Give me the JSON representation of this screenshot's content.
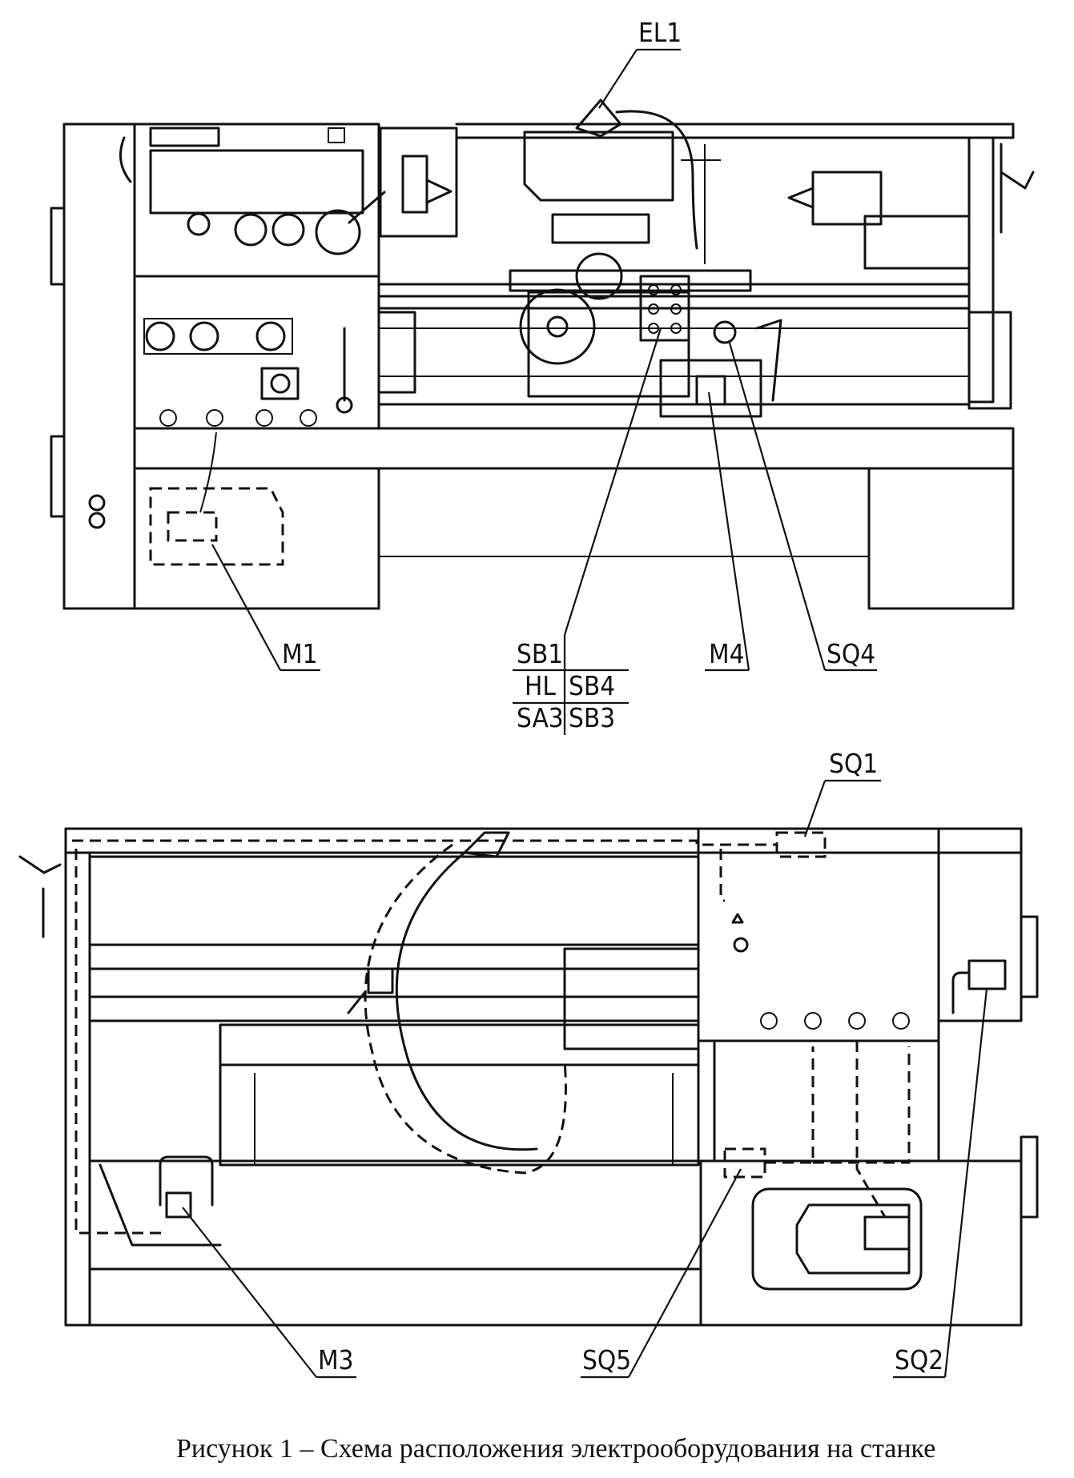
{
  "labels": {
    "el1": "EL1",
    "m1": "M1",
    "sb1": "SB1",
    "hl": "HL",
    "sb4": "SB4",
    "sa3": "SA3",
    "sb3": "SB3",
    "m4": "M4",
    "sq4": "SQ4",
    "sq1": "SQ1",
    "m3": "M3",
    "sq5": "SQ5",
    "sq2": "SQ2"
  },
  "caption": "Рисунок 1 – Схема расположения электрооборудования на станке"
}
